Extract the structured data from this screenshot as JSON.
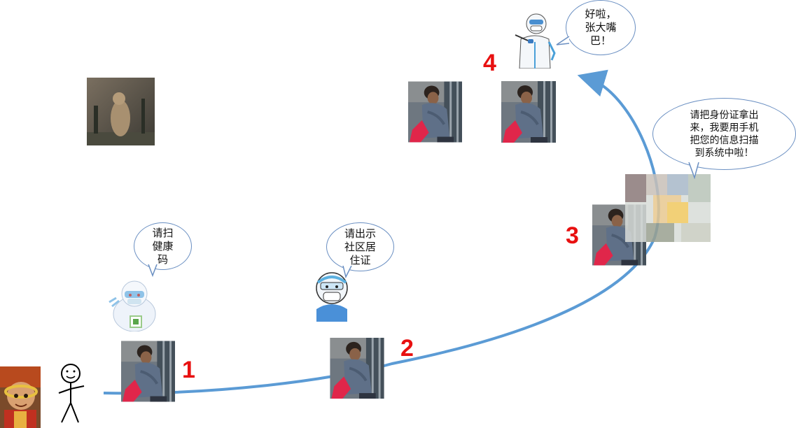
{
  "steps": [
    {
      "number": "1",
      "bubble": "请扫\n健康\n码"
    },
    {
      "number": "2",
      "bubble": "请出示\n社区居\n住证"
    },
    {
      "number": "3",
      "bubble": "请把身份证拿出\n来，我要用手机\n把您的信息扫描\n到系统中啦！"
    },
    {
      "number": "4",
      "bubble": "好啦，\n张大嘴\n巴！"
    }
  ],
  "colors": {
    "curve": "#5b9bd5",
    "number": "#e81010",
    "bubble_border": "#6a8fc2"
  },
  "icons": {
    "start_avatar": "monkey-king-icon",
    "walker": "stick-figure-icon",
    "marmot": "marmot-photo",
    "worker_1": "health-worker-qr-icon",
    "worker_2": "masked-worker-icon",
    "worker_4": "swab-worker-icon",
    "woman": "woman-photo"
  }
}
